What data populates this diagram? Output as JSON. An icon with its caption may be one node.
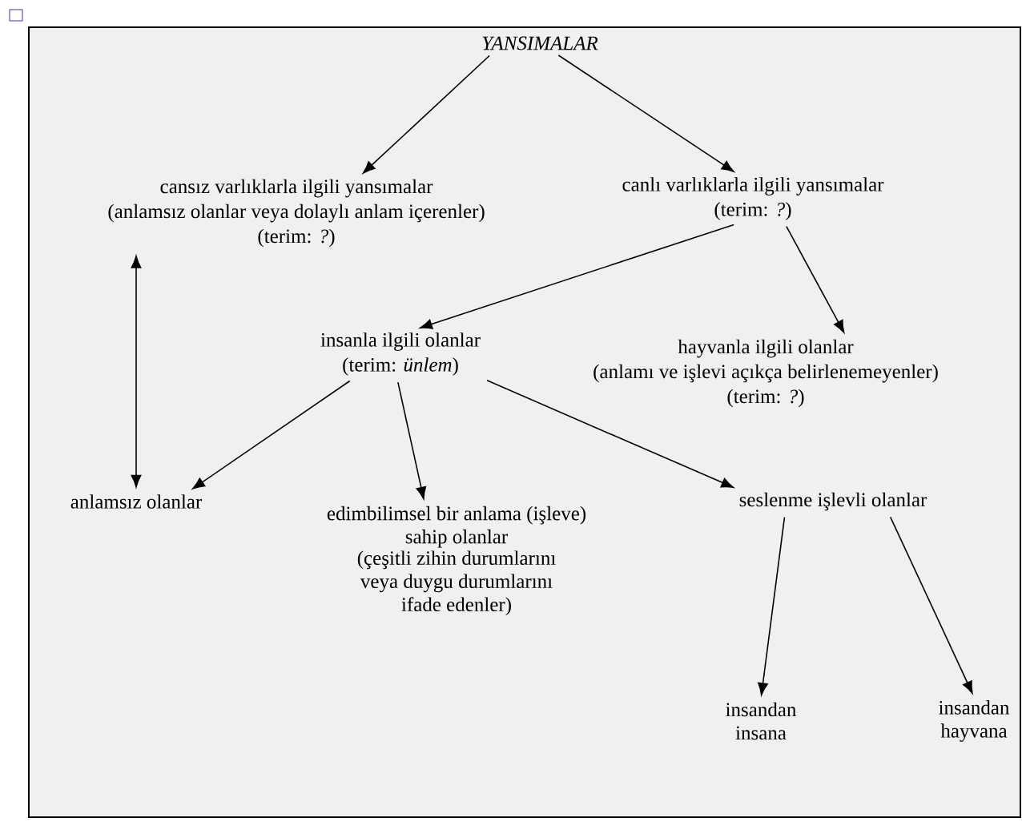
{
  "diagram": {
    "nodes": [
      {
        "text": [
          "YANSIMALAR"
        ]
      },
      {
        "text": [
          "cansız varlıklarla ilgili yansımalar",
          "(anlamsız olanlar veya dolaylı anlam içerenler)",
          "(terim: *?*)"
        ]
      },
      {
        "text": [
          "canlı varlıklarla ilgili yansımalar",
          "(terim: *?*)"
        ]
      },
      {
        "text": [
          "insanla ilgili olanlar",
          "(terim: *ünlem*)"
        ]
      },
      {
        "text": [
          "hayvanla ilgili olanlar",
          "(anlamı ve işlevi açıkça belirlenemeyenler)",
          "(terim: *?*)"
        ]
      },
      {
        "text": [
          "anlamsız olanlar"
        ]
      },
      {
        "text": [
          "edimbilimsel bir anlama (işleve) sahip olanlar",
          "(çeşitli zihin durumlarını veya duygu durumlarını ifade edenler)"
        ]
      },
      {
        "text": [
          "seslenme işlevli olanlar"
        ]
      },
      {
        "text": [
          "insandan insana"
        ]
      },
      {
        "text": [
          "insandan hayvana"
        ]
      }
    ],
    "edges": [
      {
        "from": 0,
        "to": 1,
        "arrow": "to"
      },
      {
        "from": 0,
        "to": 2,
        "arrow": "to"
      },
      {
        "from": 2,
        "to": 3,
        "arrow": "to"
      },
      {
        "from": 2,
        "to": 4,
        "arrow": "to"
      },
      {
        "from": 1,
        "to": 5,
        "arrow": "both"
      },
      {
        "from": 3,
        "to": 5,
        "arrow": "to"
      },
      {
        "from": 3,
        "to": 6,
        "arrow": "to"
      },
      {
        "from": 3,
        "to": 7,
        "arrow": "to"
      },
      {
        "from": 7,
        "to": 8,
        "arrow": "to"
      },
      {
        "from": 7,
        "to": 9,
        "arrow": "to"
      }
    ]
  }
}
